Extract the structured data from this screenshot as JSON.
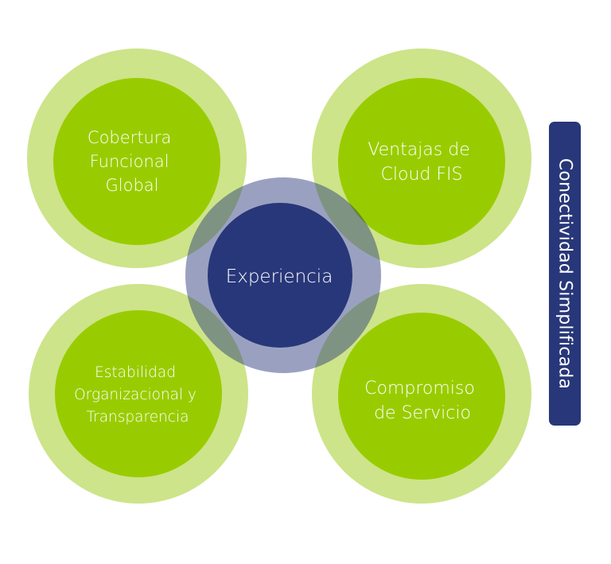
{
  "diagram": {
    "colors": {
      "green_outer": "#cde48a",
      "green_inner": "#99cc00",
      "blue_outer": "#283779",
      "blue_inner": "#283779",
      "text": "#ffffff"
    },
    "center": {
      "label": "Experiencia"
    },
    "nodes": [
      {
        "id": "top-left",
        "lines": [
          "Cobertura",
          "Funcional",
          "Global"
        ]
      },
      {
        "id": "top-right",
        "lines": [
          "Ventajas de",
          "Cloud FIS"
        ]
      },
      {
        "id": "bottom-left",
        "lines": [
          "Estabilidad",
          "Organizacional y",
          "Transparencia"
        ]
      },
      {
        "id": "bottom-right",
        "lines": [
          "Compromiso",
          "de Servicio"
        ]
      }
    ],
    "side_bar": {
      "label": "Conectividad Simplificada"
    }
  }
}
